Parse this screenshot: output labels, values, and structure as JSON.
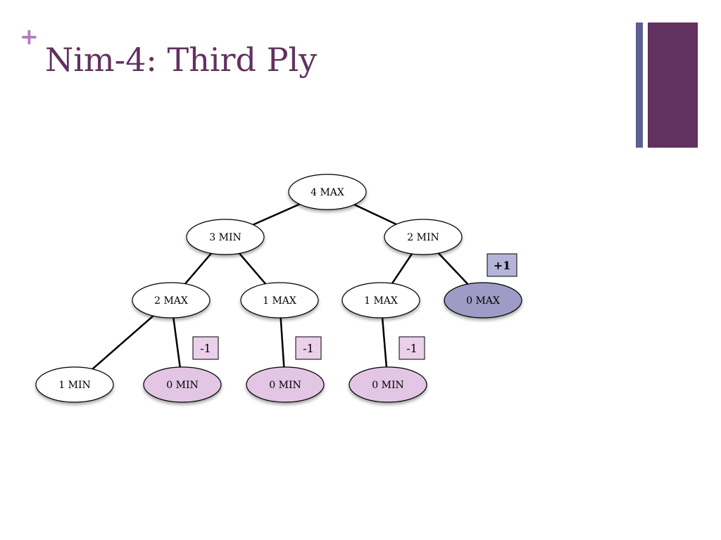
{
  "slide": {
    "title": "Nim-4:  Third Ply",
    "plus_glyph": "+",
    "colors": {
      "accent_plus": "#b07cc0",
      "title": "#61315f",
      "bar_thin": "#5c5f92",
      "bar_thick": "#61315f"
    }
  },
  "tree": {
    "colors": {
      "node_fill": "#ffffff",
      "leaf_min_fill": "#e3c6e3",
      "leaf_max_fill": "#9e9cc6",
      "score_min_fill": "#ead0ea",
      "score_max_fill": "#b5b4d8",
      "edge": "#000000"
    },
    "nodes": [
      {
        "id": "n4max",
        "label": "4 MAX",
        "style": "plain"
      },
      {
        "id": "n3min",
        "label": "3 MIN",
        "style": "plain"
      },
      {
        "id": "n2min",
        "label": "2 MIN",
        "style": "plain"
      },
      {
        "id": "n2max",
        "label": "2 MAX",
        "style": "plain"
      },
      {
        "id": "n1max_a",
        "label": "1 MAX",
        "style": "plain"
      },
      {
        "id": "n1max_b",
        "label": "1 MAX",
        "style": "plain"
      },
      {
        "id": "n0max",
        "label": "0 MAX",
        "style": "leaf-max"
      },
      {
        "id": "n1min",
        "label": "1 MIN",
        "style": "plain"
      },
      {
        "id": "n0min_a",
        "label": "0 MIN",
        "style": "leaf-min"
      },
      {
        "id": "n0min_b",
        "label": "0 MIN",
        "style": "leaf-min"
      },
      {
        "id": "n0min_c",
        "label": "0 MIN",
        "style": "leaf-min"
      }
    ],
    "edges": [
      [
        "n4max",
        "n3min"
      ],
      [
        "n4max",
        "n2min"
      ],
      [
        "n3min",
        "n2max"
      ],
      [
        "n3min",
        "n1max_a"
      ],
      [
        "n2min",
        "n1max_b"
      ],
      [
        "n2min",
        "n0max"
      ],
      [
        "n2max",
        "n1min"
      ],
      [
        "n2max",
        "n0min_a"
      ],
      [
        "n1max_a",
        "n0min_b"
      ],
      [
        "n1max_b",
        "n0min_c"
      ]
    ],
    "scores": [
      {
        "id": "s_plus1",
        "label": "+1",
        "style": "max",
        "bold": true
      },
      {
        "id": "s_minus1_a",
        "label": "-1",
        "style": "min",
        "bold": false
      },
      {
        "id": "s_minus1_b",
        "label": "-1",
        "style": "min",
        "bold": false
      },
      {
        "id": "s_minus1_c",
        "label": "-1",
        "style": "min",
        "bold": false
      }
    ]
  }
}
